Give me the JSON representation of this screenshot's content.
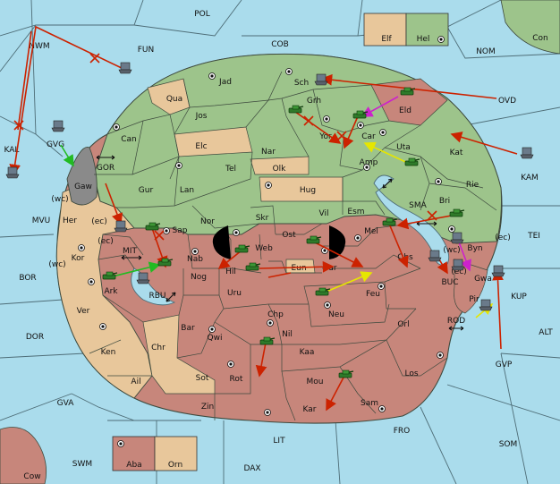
{
  "colors": {
    "sea": "#aadcec",
    "green_power": "#9dc48b",
    "tan_power": "#e8c79b",
    "red_power": "#c7867b",
    "grey_power": "#8a8a8a",
    "order_red": "#cc2200",
    "support_yellow": "#f2f200",
    "convoy_magenta": "#cc22cc",
    "green_move": "#22bb22"
  },
  "legend_boxes": [
    {
      "left": "Elf",
      "right": "Hel"
    },
    {
      "left": "Aba",
      "right": "Orn"
    }
  ],
  "seas": [
    {
      "key": "POL",
      "label": "POL"
    },
    {
      "key": "FUN",
      "label": "FUN"
    },
    {
      "key": "COB",
      "label": "COB"
    },
    {
      "key": "NOM",
      "label": "NOM"
    },
    {
      "key": "NWM",
      "label": "NWM"
    },
    {
      "key": "OVD",
      "label": "OVD"
    },
    {
      "key": "KAL",
      "label": "KAL"
    },
    {
      "key": "KAM",
      "label": "KAM"
    },
    {
      "key": "MVU",
      "label": "MVU"
    },
    {
      "key": "TEI",
      "label": "TEI"
    },
    {
      "key": "BOR",
      "label": "BOR"
    },
    {
      "key": "KUP",
      "label": "KUP"
    },
    {
      "key": "ALT",
      "label": "ALT"
    },
    {
      "key": "DOR",
      "label": "DOR"
    },
    {
      "key": "GVP",
      "label": "GVP"
    },
    {
      "key": "GVA",
      "label": "GVA"
    },
    {
      "key": "LIT",
      "label": "LIT"
    },
    {
      "key": "FRO",
      "label": "FRO"
    },
    {
      "key": "SOM",
      "label": "SOM"
    },
    {
      "key": "SWM",
      "label": "SWM"
    },
    {
      "key": "DAX",
      "label": "DAX"
    },
    {
      "key": "Con",
      "label": "Con"
    },
    {
      "key": "Cow",
      "label": "Cow"
    },
    {
      "key": "BUC",
      "label": "BUC"
    },
    {
      "key": "ROD",
      "label": "ROD"
    },
    {
      "key": "GOR",
      "label": "GOR"
    },
    {
      "key": "MIT",
      "label": "MIT"
    },
    {
      "key": "RBU",
      "label": "RBU"
    },
    {
      "key": "SMA",
      "label": "SMA"
    },
    {
      "key": "GVG",
      "label": "GVG"
    }
  ],
  "provinces": [
    {
      "key": "Jad",
      "label": "Jad"
    },
    {
      "key": "Sch",
      "label": "Sch"
    },
    {
      "key": "Qua",
      "label": "Qua"
    },
    {
      "key": "Jos",
      "label": "Jos"
    },
    {
      "key": "Grh",
      "label": "Grh"
    },
    {
      "key": "Eld",
      "label": "Eld"
    },
    {
      "key": "Can",
      "label": "Can"
    },
    {
      "key": "Elc",
      "label": "Elc"
    },
    {
      "key": "Nar",
      "label": "Nar"
    },
    {
      "key": "Yor",
      "label": "Yor"
    },
    {
      "key": "Car",
      "label": "Car"
    },
    {
      "key": "Uta",
      "label": "Uta"
    },
    {
      "key": "Kat",
      "label": "Kat"
    },
    {
      "key": "Amp",
      "label": "Amp"
    },
    {
      "key": "Tel",
      "label": "Tel"
    },
    {
      "key": "Olk",
      "label": "Olk"
    },
    {
      "key": "Gaw",
      "label": "Gaw"
    },
    {
      "key": "Gur",
      "label": "Gur"
    },
    {
      "key": "Lan",
      "label": "Lan"
    },
    {
      "key": "Hug",
      "label": "Hug"
    },
    {
      "key": "Rie",
      "label": "Rie"
    },
    {
      "key": "Bri",
      "label": "Bri"
    },
    {
      "key": "Vil",
      "label": "Vil"
    },
    {
      "key": "Esm",
      "label": "Esm"
    },
    {
      "key": "Her",
      "label": "Her"
    },
    {
      "key": "Nor",
      "label": "Nor"
    },
    {
      "key": "Skr",
      "label": "Skr"
    },
    {
      "key": "Sap",
      "label": "Sap"
    },
    {
      "key": "Ost",
      "label": "Ost"
    },
    {
      "key": "Mel",
      "label": "Mel"
    },
    {
      "key": "Web",
      "label": "Web"
    },
    {
      "key": "Kor",
      "label": "Kor"
    },
    {
      "key": "Nab",
      "label": "Nab"
    },
    {
      "key": "Byn",
      "label": "Byn"
    },
    {
      "key": "Obs",
      "label": "Obs"
    },
    {
      "key": "Eun",
      "label": "Eun"
    },
    {
      "key": "Sur",
      "label": "Sur"
    },
    {
      "key": "Hil",
      "label": "Hil"
    },
    {
      "key": "Nog",
      "label": "Nog"
    },
    {
      "key": "Gwa",
      "label": "Gwa"
    },
    {
      "key": "Ark",
      "label": "Ark"
    },
    {
      "key": "Uru",
      "label": "Uru"
    },
    {
      "key": "Feu",
      "label": "Feu"
    },
    {
      "key": "Pir",
      "label": "Pir"
    },
    {
      "key": "Ver",
      "label": "Ver"
    },
    {
      "key": "Chp",
      "label": "Chp"
    },
    {
      "key": "Neu",
      "label": "Neu"
    },
    {
      "key": "Orl",
      "label": "Orl"
    },
    {
      "key": "Bar",
      "label": "Bar"
    },
    {
      "key": "Qwi",
      "label": "Qwi"
    },
    {
      "key": "Nil",
      "label": "Nil"
    },
    {
      "key": "Chr",
      "label": "Chr"
    },
    {
      "key": "Ken",
      "label": "Ken"
    },
    {
      "key": "Kaa",
      "label": "Kaa"
    },
    {
      "key": "Sot",
      "label": "Sot"
    },
    {
      "key": "Rot",
      "label": "Rot"
    },
    {
      "key": "Ail",
      "label": "Ail"
    },
    {
      "key": "Mou",
      "label": "Mou"
    },
    {
      "key": "Los",
      "label": "Los"
    },
    {
      "key": "Zin",
      "label": "Zin"
    },
    {
      "key": "Kar",
      "label": "Kar"
    },
    {
      "key": "Sam",
      "label": "Sam"
    }
  ],
  "coast_tags": [
    {
      "key": "wc1",
      "label": "(wc)"
    },
    {
      "key": "ec1",
      "label": "(ec)"
    },
    {
      "key": "ec2",
      "label": "(ec)"
    },
    {
      "key": "wc2",
      "label": "(wc)"
    },
    {
      "key": "ec3",
      "label": "(ec)"
    },
    {
      "key": "wc3",
      "label": "(wc)"
    },
    {
      "key": "ec4",
      "label": "(ec)"
    }
  ]
}
